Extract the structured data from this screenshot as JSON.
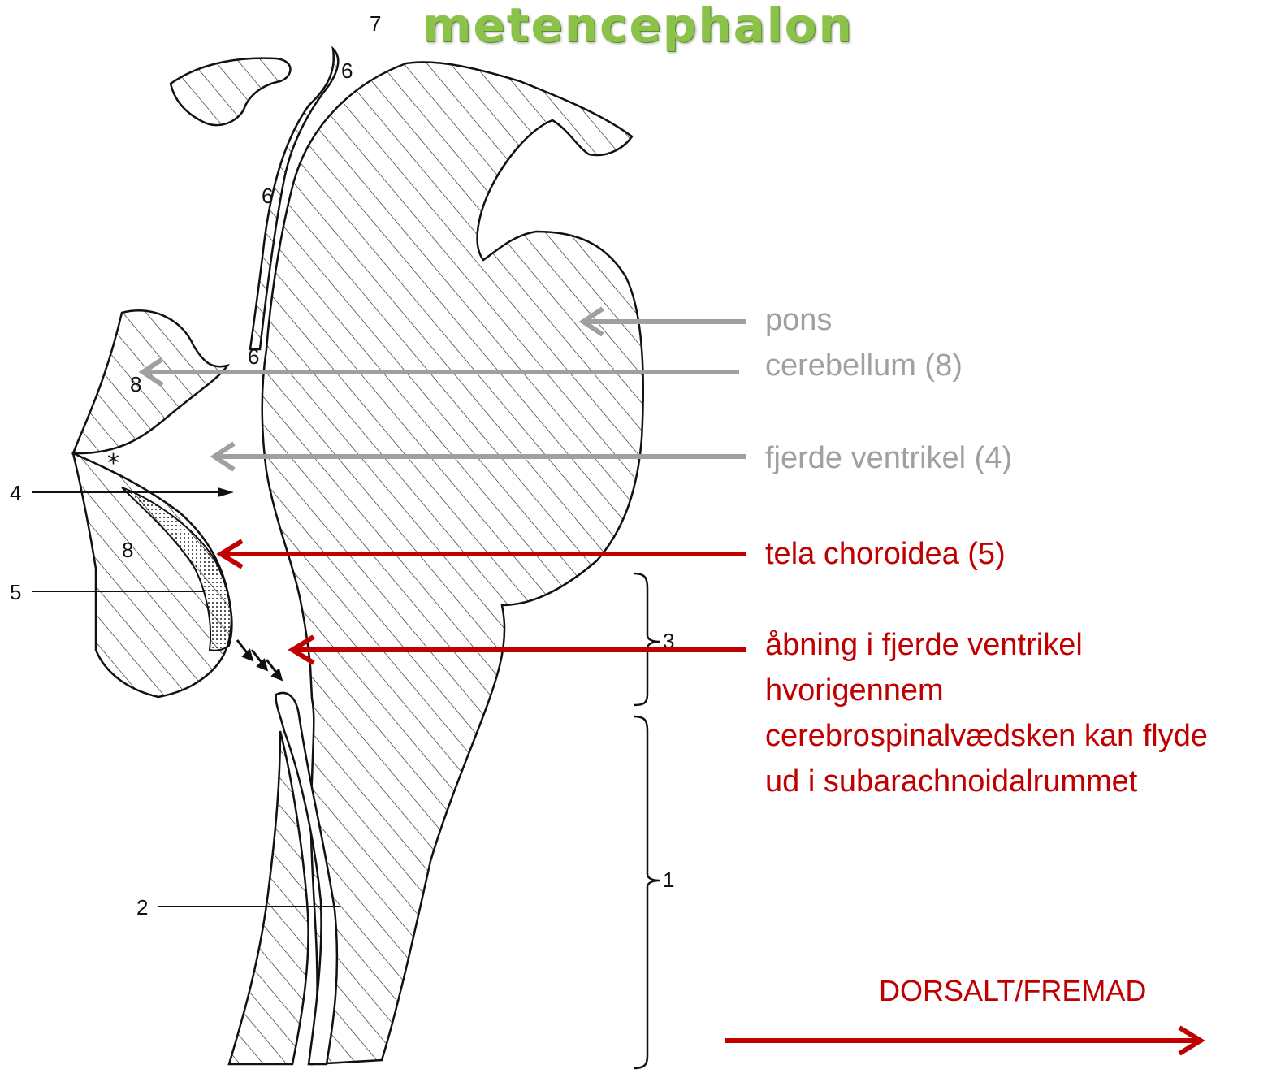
{
  "title": "metencephalon",
  "figure_numbers": {
    "n7": "7",
    "n6a": "6",
    "n6b": "6",
    "n6c": "6",
    "n8a": "8",
    "n8b": "8",
    "n4": "4",
    "n5": "5",
    "n3": "3",
    "n1": "1",
    "n2": "2",
    "asterisk": "*"
  },
  "labels": {
    "pons": "pons",
    "cerebellum": "cerebellum (8)",
    "fourth_ventricle": "fjerde ventrikel (4)",
    "tela": "tela choroidea (5)",
    "opening": [
      "åbning i fjerde ventrikel",
      "hvorigennem",
      "cerebrospinalvædsken kan flyde",
      "ud i subarachnoidalrummet"
    ],
    "direction": "DORSALT/FREMAD"
  },
  "colors": {
    "gray": "#a0a0a0",
    "red": "#c00000",
    "title": "#8bc34a"
  }
}
